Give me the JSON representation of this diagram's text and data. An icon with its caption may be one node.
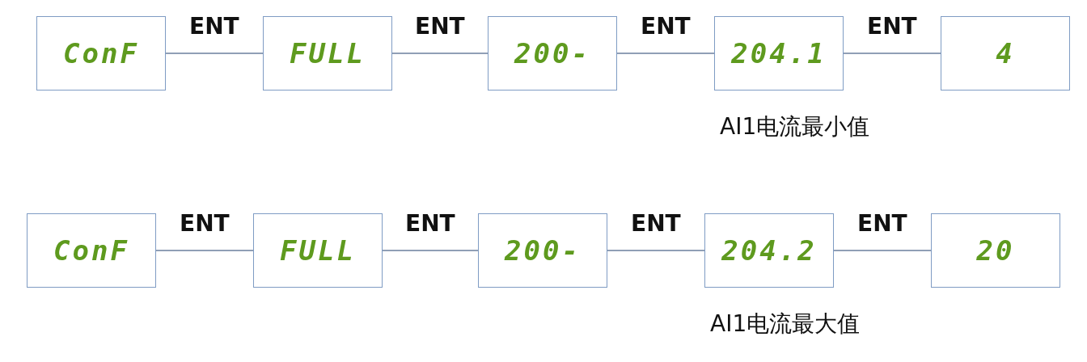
{
  "diagram": {
    "nodes": [
      {
        "text": [
          "ConF"
        ]
      },
      {
        "text": [
          "FULL"
        ]
      },
      {
        "text": [
          "200-"
        ]
      },
      {
        "text": [
          "204.1"
        ]
      },
      {
        "text": [
          "4"
        ]
      },
      {
        "text": [
          "ConF"
        ]
      },
      {
        "text": [
          "FULL"
        ]
      },
      {
        "text": [
          "200-"
        ]
      },
      {
        "text": [
          "204.2"
        ]
      },
      {
        "text": [
          "20"
        ]
      }
    ],
    "labels": [
      "AI1电流最小值",
      "AI1电流最大值"
    ],
    "edges": [
      {
        "from": 0,
        "to": 1,
        "arrow": "none",
        "label": "ENT"
      },
      {
        "from": 1,
        "to": 2,
        "arrow": "none",
        "label": "ENT"
      },
      {
        "from": 2,
        "to": 3,
        "arrow": "none",
        "label": "ENT"
      },
      {
        "from": 3,
        "to": 4,
        "arrow": "none",
        "label": "ENT"
      },
      {
        "from": 5,
        "to": 6,
        "arrow": "none",
        "label": "ENT"
      },
      {
        "from": 6,
        "to": 7,
        "arrow": "none",
        "label": "ENT"
      },
      {
        "from": 7,
        "to": 8,
        "arrow": "none",
        "label": "ENT"
      },
      {
        "from": 8,
        "to": 9,
        "arrow": "none",
        "label": "ENT"
      }
    ]
  }
}
